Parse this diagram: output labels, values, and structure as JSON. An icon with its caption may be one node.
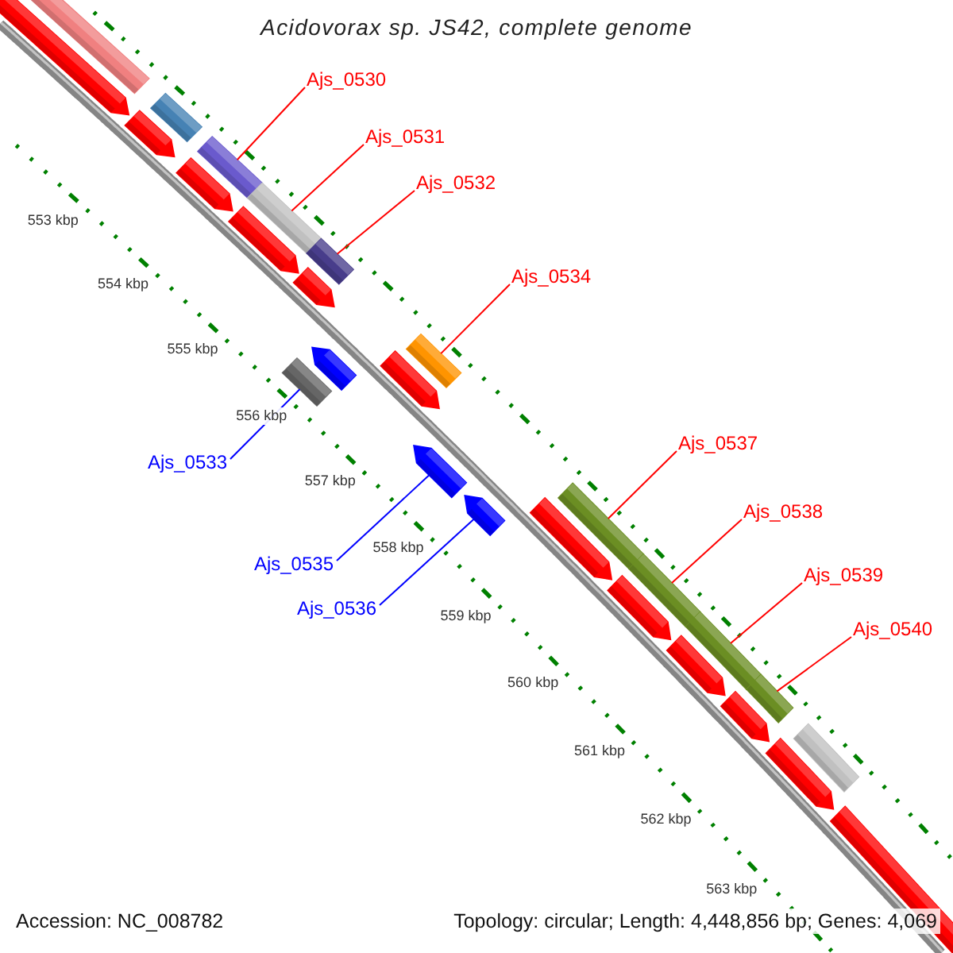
{
  "diagram": {
    "title": "Acidovorax sp. JS42, complete genome",
    "nodes": [
      {
        "text": [
          "Ajs_0530"
        ]
      },
      {
        "text": [],
        "shape": "bar"
      },
      {
        "text": [
          "Ajs_0531"
        ]
      },
      {
        "text": [],
        "shape": "bar"
      },
      {
        "text": [
          "Ajs_0532"
        ]
      },
      {
        "text": [],
        "shape": "bar"
      },
      {
        "text": [
          "Ajs_0534"
        ]
      },
      {
        "text": [],
        "shape": "bar"
      },
      {
        "text": [
          "Ajs_0537"
        ]
      },
      {
        "text": [],
        "shape": "bar"
      },
      {
        "text": [
          "Ajs_0533"
        ]
      },
      {
        "text": [],
        "shape": "bar"
      },
      {
        "text": [
          "Ajs_0538"
        ]
      },
      {
        "text": [],
        "shape": "bar"
      },
      {
        "text": [
          "Ajs_0535"
        ]
      },
      {
        "text": [],
        "shape": "pentagon"
      },
      {
        "text": [
          "Ajs_0539"
        ]
      },
      {
        "text": [],
        "shape": "bar"
      },
      {
        "text": [
          "Ajs_0536"
        ]
      },
      {
        "text": [],
        "shape": "pentagon"
      },
      {
        "text": [
          "Ajs_0540"
        ]
      },
      {
        "text": [],
        "shape": "bar"
      },
      {
        "text": [],
        "shape": "bar"
      },
      {
        "text": [],
        "shape": "pentagon"
      },
      {
        "text": [],
        "shape": "pentagon"
      },
      {
        "text": [],
        "shape": "bar"
      },
      {
        "text": [],
        "shape": "pentagon"
      },
      {
        "text": [],
        "shape": "pentagon"
      },
      {
        "text": [],
        "shape": "pentagon"
      },
      {
        "text": [],
        "shape": "pentagon"
      },
      {
        "text": [],
        "shape": "pentagon"
      },
      {
        "text": [],
        "shape": "pentagon"
      },
      {
        "text": [],
        "shape": "pentagon"
      },
      {
        "text": [],
        "shape": "pentagon"
      },
      {
        "text": [],
        "shape": "pentagon"
      },
      {
        "text": [],
        "shape": "pentagon"
      },
      {
        "text": [],
        "shape": "bar"
      },
      {
        "text": [],
        "shape": "pentagon"
      }
    ],
    "edges": [
      {
        "from": 0,
        "to": 1,
        "arrow": "none"
      },
      {
        "from": 2,
        "to": 3,
        "arrow": "none"
      },
      {
        "from": 4,
        "to": 5,
        "arrow": "none"
      },
      {
        "from": 6,
        "to": 7,
        "arrow": "none"
      },
      {
        "from": 8,
        "to": 9,
        "arrow": "none"
      },
      {
        "from": 10,
        "to": 11,
        "arrow": "none",
        "color": "#0000ff"
      },
      {
        "from": 12,
        "to": 13,
        "arrow": "none"
      },
      {
        "from": 14,
        "to": 15,
        "arrow": "none",
        "color": "#0000ff"
      },
      {
        "from": 16,
        "to": 17,
        "arrow": "none"
      },
      {
        "from": 18,
        "to": 19,
        "arrow": "none",
        "color": "#0000ff"
      },
      {
        "from": 20,
        "to": 21,
        "arrow": "none"
      }
    ],
    "labels": [
      "553 kbp",
      "554 kbp",
      "555 kbp",
      "556 kbp",
      "557 kbp",
      "558 kbp",
      "559 kbp",
      "560 kbp",
      "561 kbp",
      "562 kbp",
      "563 kbp",
      "Accession: NC_008782",
      "Topology: circular; Length: 4,448,856 bp; Genes: 4,069"
    ]
  }
}
